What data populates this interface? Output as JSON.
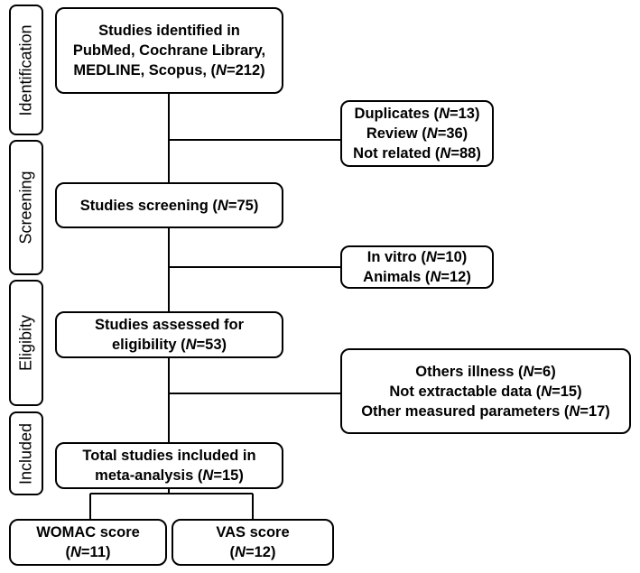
{
  "stages": {
    "identification": "Identification",
    "screening": "Screening",
    "eligibility": "Eligibity",
    "included": "Included"
  },
  "boxes": {
    "identified": {
      "line1": "Studies identified in",
      "line2": "PubMed, Cochrane Library,",
      "line3_text": "MEDLINE, Scopus,  (",
      "n_sym": "N",
      "n_val": "=212)"
    },
    "excluded1": {
      "dup_text": "Duplicates (",
      "dup_sym": "N",
      "dup_val": "=13)",
      "rev_text": "Review (",
      "rev_sym": "N",
      "rev_val": "=36)",
      "nr_text": "Not related (",
      "nr_sym": "N",
      "nr_val": "=88)"
    },
    "screening": {
      "text": "Studies screening (",
      "n_sym": "N",
      "n_val": "=75)"
    },
    "excluded2": {
      "iv_text": "In vitro (",
      "iv_sym": "N",
      "iv_val": "=10)",
      "an_text": "Animals (",
      "an_sym": "N",
      "an_val": "=12)"
    },
    "eligibility": {
      "line1": "Studies assessed for",
      "line2_text": "eligibility (",
      "n_sym": "N",
      "n_val": "=53)"
    },
    "excluded3": {
      "oi_text": "Others illness (",
      "oi_sym": "N",
      "oi_val": "=6)",
      "ne_text": "Not extractable data (",
      "ne_sym": "N",
      "ne_val": "=15)",
      "om_text": "Other measured parameters (",
      "om_sym": "N",
      "om_val": "=17)"
    },
    "included": {
      "line1": "Total studies included in",
      "line2_text": "meta-analysis (",
      "n_sym": "N",
      "n_val": "=15)"
    },
    "womac": {
      "line1": "WOMAC score",
      "line2_text": "(",
      "n_sym": "N",
      "n_val": "=11)"
    },
    "vas": {
      "line1": "VAS score",
      "line2_text": "(",
      "n_sym": "N",
      "n_val": "=12)"
    }
  }
}
